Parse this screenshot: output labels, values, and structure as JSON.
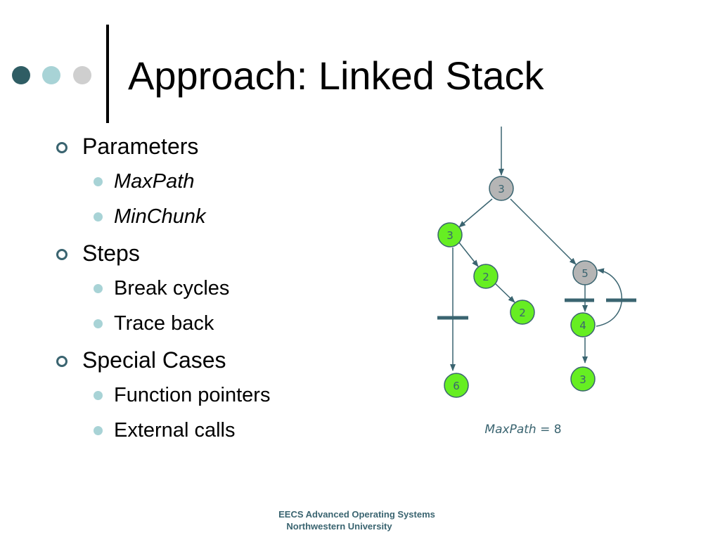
{
  "colors": {
    "accent_dark": "#2f5d64",
    "accent_mid": "#a8d3d6",
    "accent_light": "#cfcfcf",
    "node_green": "#66ee22",
    "node_gray": "#b5b5b5",
    "edge": "#3a6470",
    "footer_text": "#3a6470"
  },
  "slide": {
    "title": "Approach: Linked Stack"
  },
  "bullets": [
    {
      "label": "Parameters",
      "children": [
        {
          "label": "MaxPath",
          "italic": true
        },
        {
          "label": "MinChunk",
          "italic": true
        }
      ]
    },
    {
      "label": "Steps",
      "children": [
        {
          "label": "Break cycles",
          "italic": false
        },
        {
          "label": "Trace back",
          "italic": false
        }
      ]
    },
    {
      "label": "Special Cases",
      "children": [
        {
          "label": "Function pointers",
          "italic": false
        },
        {
          "label": "External calls",
          "italic": false
        }
      ]
    }
  ],
  "diagram": {
    "nodes": [
      {
        "id": "root",
        "label": "3",
        "color": "gray"
      },
      {
        "id": "left",
        "label": "3",
        "color": "green"
      },
      {
        "id": "mid1",
        "label": "2",
        "color": "green"
      },
      {
        "id": "mid2",
        "label": "2",
        "color": "green"
      },
      {
        "id": "bottom-left",
        "label": "6",
        "color": "green"
      },
      {
        "id": "right",
        "label": "5",
        "color": "gray"
      },
      {
        "id": "right-mid",
        "label": "4",
        "color": "green"
      },
      {
        "id": "right-bottom",
        "label": "3",
        "color": "green"
      }
    ],
    "edges": [
      {
        "from": "entry",
        "to": "root"
      },
      {
        "from": "root",
        "to": "left"
      },
      {
        "from": "root",
        "to": "right"
      },
      {
        "from": "left",
        "to": "mid1"
      },
      {
        "from": "mid1",
        "to": "mid2"
      },
      {
        "from": "left",
        "to": "bottom-left",
        "cut": true
      },
      {
        "from": "right",
        "to": "right-mid",
        "cut": true
      },
      {
        "from": "right-mid",
        "to": "right",
        "cut": true,
        "back_edge": true
      },
      {
        "from": "right-mid",
        "to": "right-bottom"
      }
    ],
    "caption_var": "MaxPath",
    "caption_rest": " = 8"
  },
  "footer": {
    "line1": "EECS Advanced Operating Systems",
    "line2": "Northwestern University"
  }
}
